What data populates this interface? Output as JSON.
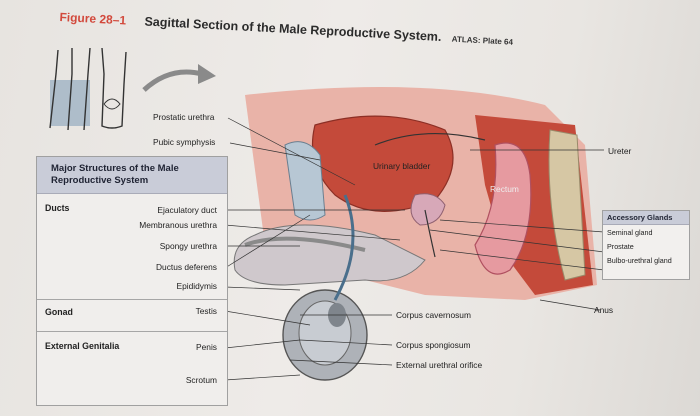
{
  "figure": {
    "number": "Figure 28–1",
    "title": "Sagittal Section of the Male Reproductive System.",
    "atlas_ref": "ATLAS: Plate 64"
  },
  "table": {
    "title": "Major Structures of the Male Reproductive System",
    "categories": {
      "ducts": "Ducts",
      "gonad": "Gonad",
      "external": "External Genitalia"
    }
  },
  "labels": {
    "prostatic_urethra": "Prostatic urethra",
    "pubic_symphysis": "Pubic symphysis",
    "ejaculatory_duct": "Ejaculatory duct",
    "membranous_urethra": "Membranous urethra",
    "spongy_urethra": "Spongy urethra",
    "ductus_deferens": "Ductus deferens",
    "epididymis": "Epididymis",
    "testis": "Testis",
    "penis": "Penis",
    "scrotum": "Scrotum",
    "urinary_bladder": "Urinary bladder",
    "rectum": "Rectum",
    "ureter": "Ureter",
    "anus": "Anus",
    "corpus_cavernosum": "Corpus cavernosum",
    "corpus_spongiosum": "Corpus spongiosum",
    "external_urethral_orifice": "External urethral orifice"
  },
  "accessory": {
    "title": "Accessory Glands",
    "items": [
      "Seminal gland",
      "Prostate",
      "Bulbo-urethral gland"
    ]
  },
  "colors": {
    "figure_number": "#d2493c",
    "table_header": "#c9ccd8",
    "muscle": "#c44a3a",
    "bone": "#d6c7a4"
  }
}
